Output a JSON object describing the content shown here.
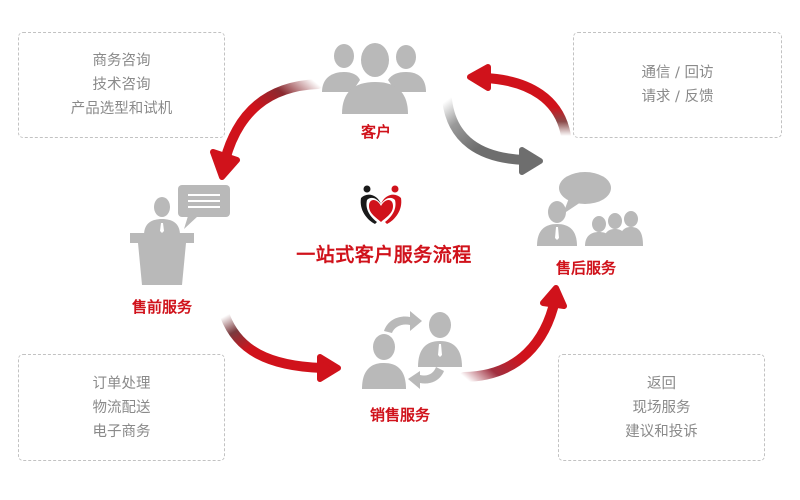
{
  "title": "一站式客户服务流程",
  "colors": {
    "accent": "#d0121b",
    "icon_gray": "#b9b9b9",
    "arrow_gray": "#6e6e6e",
    "box_text": "#8a8a8a",
    "box_border": "#c2c2c2"
  },
  "nodes": {
    "customer": {
      "label": "客户",
      "icon": "group-of-people-icon"
    },
    "presale": {
      "label": "售前服务",
      "icon": "speaker-podium-icon"
    },
    "sales": {
      "label": "销售服务",
      "icon": "exchange-people-icon"
    },
    "aftersale": {
      "label": "售后服务",
      "icon": "people-speech-bubble-icon"
    }
  },
  "boxes": {
    "presale_details": {
      "lines": [
        "商务咨询",
        "技术咨询",
        "产品选型和试机"
      ]
    },
    "aftersale_feedback": {
      "lines": [
        "通信 / 回访",
        "请求 / 反馈"
      ]
    },
    "sales_details": {
      "lines": [
        "订单处理",
        "物流配送",
        "电子商务"
      ]
    },
    "aftersale_details": {
      "lines": [
        "返回",
        "现场服务",
        "建议和投诉"
      ]
    }
  },
  "arrows": [
    {
      "from": "customer",
      "to": "presale",
      "color": "red"
    },
    {
      "from": "presale",
      "to": "sales",
      "color": "red"
    },
    {
      "from": "sales",
      "to": "aftersale",
      "color": "red"
    },
    {
      "from": "aftersale",
      "to": "customer",
      "color": "red"
    },
    {
      "from": "customer",
      "to": "aftersale",
      "color": "gray"
    }
  ]
}
